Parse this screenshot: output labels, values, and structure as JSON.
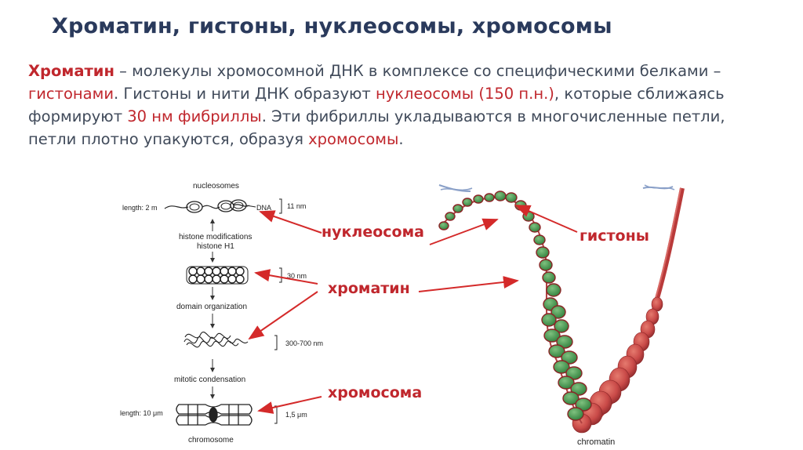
{
  "title": "Хроматин, гистоны, нуклеосомы, хромосомы",
  "paragraph": {
    "line1": [
      {
        "text": "Хроматин",
        "style": "red-bold"
      },
      {
        "text": " – молекулы хромосомной ДНК в комплексе со специфическими белками –",
        "style": "normal"
      }
    ],
    "line2": [
      {
        "text": "гистонами",
        "style": "red"
      },
      {
        "text": ". Гистоны и нити ДНК образуют ",
        "style": "normal"
      },
      {
        "text": "нуклеосомы (150 п.н.)",
        "style": "red"
      },
      {
        "text": ", которые сближаясь",
        "style": "normal"
      }
    ],
    "line3": [
      {
        "text": "формируют ",
        "style": "normal"
      },
      {
        "text": "30 нм фибриллы",
        "style": "red"
      },
      {
        "text": ". Эти фибриллы укладываются в многочисленные петли,",
        "style": "normal"
      }
    ],
    "line4": [
      {
        "text": "петли плотно упакуются, образуя ",
        "style": "normal"
      },
      {
        "text": "хромосомы",
        "style": "red"
      },
      {
        "text": ".",
        "style": "normal"
      }
    ]
  },
  "callouts": {
    "nucleosome": "нуклеосома",
    "histones": "гистоны",
    "chromatin": "хроматин",
    "chromosome": "хромосома"
  },
  "diagram_left": {
    "nucleosomes": "nucleosomes",
    "length_top": "length: 2 m",
    "dna": "DNA",
    "size_11": "11 nm",
    "histone_mod": "histone modifications",
    "histone_h1": "histone H1",
    "size_30": "30 nm",
    "domain_org": "domain organization",
    "size_300": "300-700 nm",
    "mitotic": "mitotic condensation",
    "length_bottom": "length: 10 μm",
    "size_15": "1,5 μm",
    "chromosome": "chromosome"
  },
  "diagram_right": {
    "chromatin": "chromatin"
  },
  "colors": {
    "title": "#2a3a5c",
    "text": "#404a5a",
    "accent_red": "#c0272d",
    "fiber_red": "#c84646",
    "nucleosome_green": "#3f9a4e"
  }
}
